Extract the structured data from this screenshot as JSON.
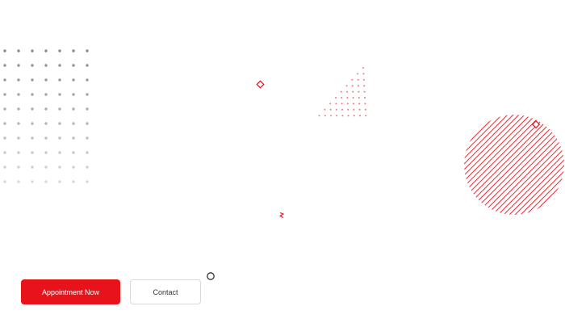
{
  "actions": {
    "primary_label": "Appointment Now",
    "secondary_label": "Contact"
  },
  "colors": {
    "accent": "#e8121b",
    "dot_grey": "#8a8a8a",
    "ring_dark": "#333333"
  },
  "icons": {
    "dot_grid": "dot-grid-pattern",
    "triangle": "dotted-triangle-shape",
    "sphere": "striped-circle-shape",
    "squares": "outline-diamond-shape",
    "zigzag": "zigzag-shape",
    "ring": "ring-shape"
  }
}
